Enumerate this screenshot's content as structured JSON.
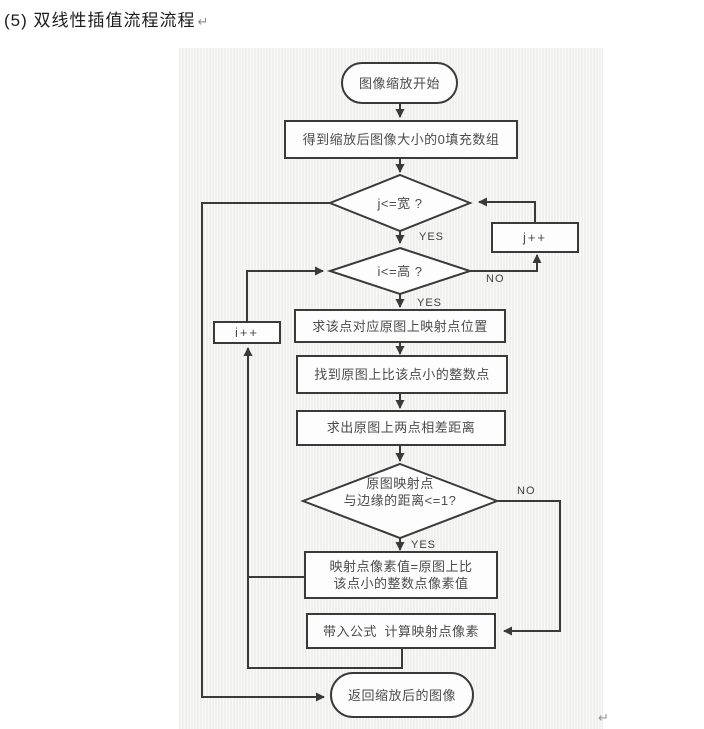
{
  "page": {
    "title": "(5) 双线性插值流程流程",
    "paragraph_mark": "↵",
    "trailing_mark": "↵"
  },
  "flowchart": {
    "nodes": {
      "start": {
        "label": "图像缩放开始"
      },
      "init_array": {
        "label": "得到缩放后图像大小的0填充数组"
      },
      "cond_j": {
        "label": "j<=宽 ?"
      },
      "inc_j": {
        "label": "j++"
      },
      "cond_i": {
        "label": "i<=高 ?"
      },
      "inc_i": {
        "label": "i++"
      },
      "map_pos": {
        "label": "求该点对应原图上映射点位置"
      },
      "find_int": {
        "label": "找到原图上比该点小的整数点"
      },
      "distance": {
        "label": "求出原图上两点相差距离"
      },
      "cond_edge": {
        "line1": "原图映射点",
        "line2": "与边缘的距离<=1?"
      },
      "assign": {
        "line1": "映射点像素值=原图上比",
        "line2": "该点小的整数点像素值"
      },
      "formula": {
        "part1": "带入公式",
        "part2": "计算映射点像素"
      },
      "end": {
        "label": "返回缩放后的图像"
      }
    },
    "edge_labels": {
      "cond_j_yes": "YES",
      "cond_i_yes": "YES",
      "cond_i_no": "NO",
      "cond_edge_yes": "YES",
      "cond_edge_no": "NO"
    }
  },
  "colors": {
    "line": "#3a3a3a",
    "shape_fill": "#fdfdfd",
    "panel_bg": "#f3f3f2",
    "text": "#4c4c4c"
  }
}
